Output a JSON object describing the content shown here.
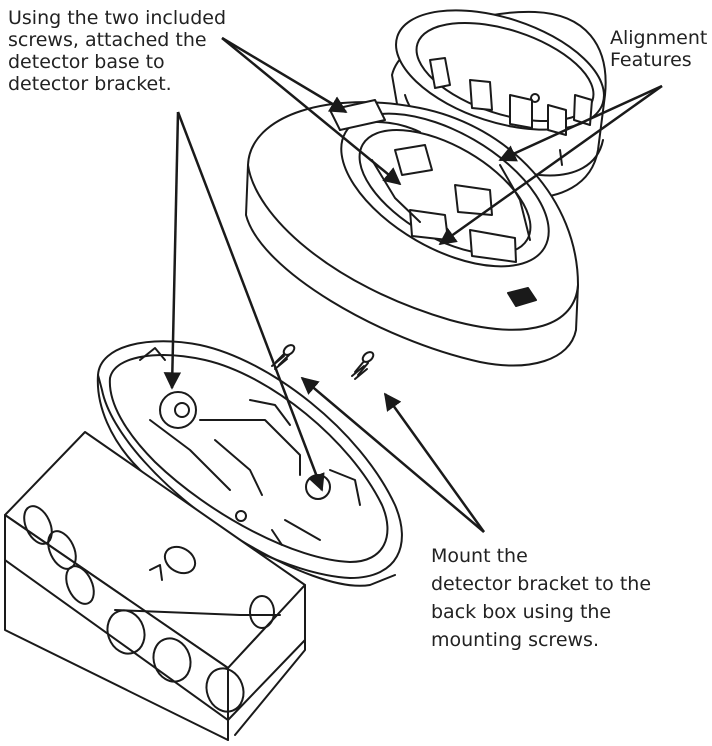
{
  "callouts": {
    "base_to_bracket": {
      "lines": [
        "Using the two included",
        "screws, attached the",
        "detector base to",
        "detector bracket."
      ]
    },
    "alignment": {
      "lines": [
        "Alignment",
        "Features"
      ]
    },
    "mount_bracket": {
      "lines": [
        "Mount the",
        "detector bracket to the",
        "back box using the",
        "mounting screws."
      ]
    }
  },
  "colors": {
    "ink": "#1a1a1a",
    "background": "#ffffff",
    "text": "#222222"
  }
}
